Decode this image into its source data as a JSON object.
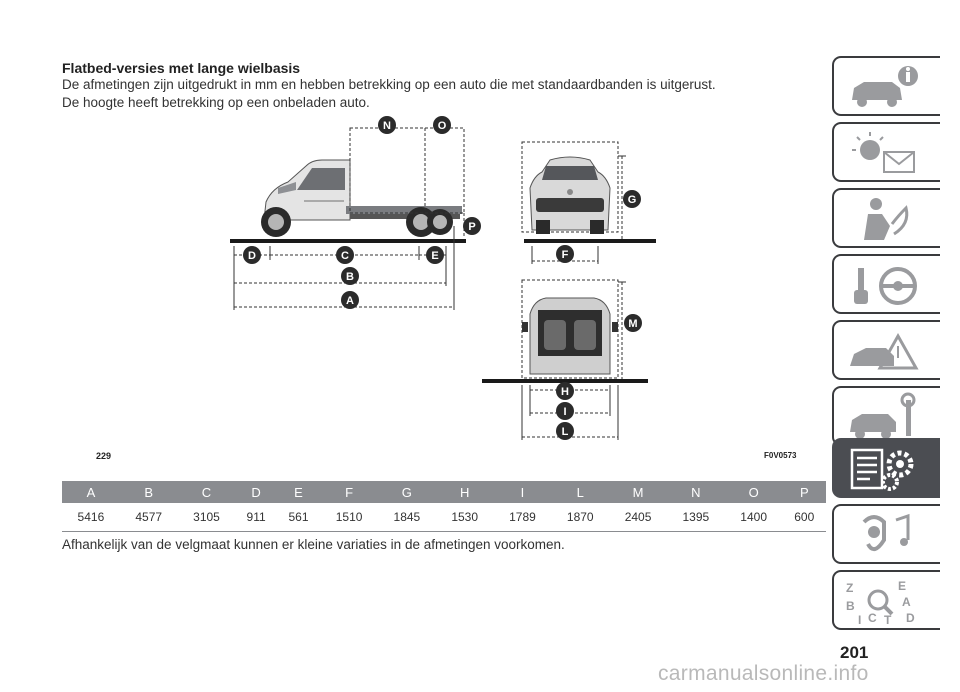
{
  "title": "Flatbed-versies met lange wielbasis",
  "intro": [
    "De afmetingen zijn uitgedrukt in mm en hebben betrekking op een auto die met standaardbanden is uitgerust.",
    "De hoogte heeft betrekking op een onbeladen auto."
  ],
  "figure": {
    "number": "229",
    "code": "F0V0573",
    "markers": [
      "N",
      "O",
      "P",
      "G",
      "D",
      "C",
      "E",
      "F",
      "B",
      "A",
      "M",
      "H",
      "I",
      "L"
    ]
  },
  "table": {
    "headers": [
      "A",
      "B",
      "C",
      "D",
      "E",
      "F",
      "G",
      "H",
      "I",
      "L",
      "M",
      "N",
      "O",
      "P"
    ],
    "values": [
      "5416",
      "4577",
      "3105",
      "911",
      "561",
      "1510",
      "1845",
      "1530",
      "1789",
      "1870",
      "2405",
      "1395",
      "1400",
      "600"
    ]
  },
  "note": "Afhankelijk van de velgmaat kunnen er kleine variaties in de afmetingen voorkomen.",
  "page_number": "201",
  "watermark": "carmanualsonline.info",
  "colors": {
    "header_bg": "#8a8c90",
    "marker": "#2b2b2b",
    "tab_active": "#4b4d52"
  },
  "sidebar_tabs": [
    {
      "icon": "car-info-icon",
      "active": false
    },
    {
      "icon": "warning-lights-message-icon",
      "active": false
    },
    {
      "icon": "airbag-seat-icon",
      "active": false
    },
    {
      "icon": "key-steering-wheel-icon",
      "active": false
    },
    {
      "icon": "car-accident-icon",
      "active": false
    },
    {
      "icon": "car-maintenance-icon",
      "active": false
    },
    {
      "icon": "specifications-gears-icon",
      "active": true
    },
    {
      "icon": "multimedia-icon",
      "active": false
    },
    {
      "icon": "alphabetical-index-icon",
      "active": false
    }
  ]
}
